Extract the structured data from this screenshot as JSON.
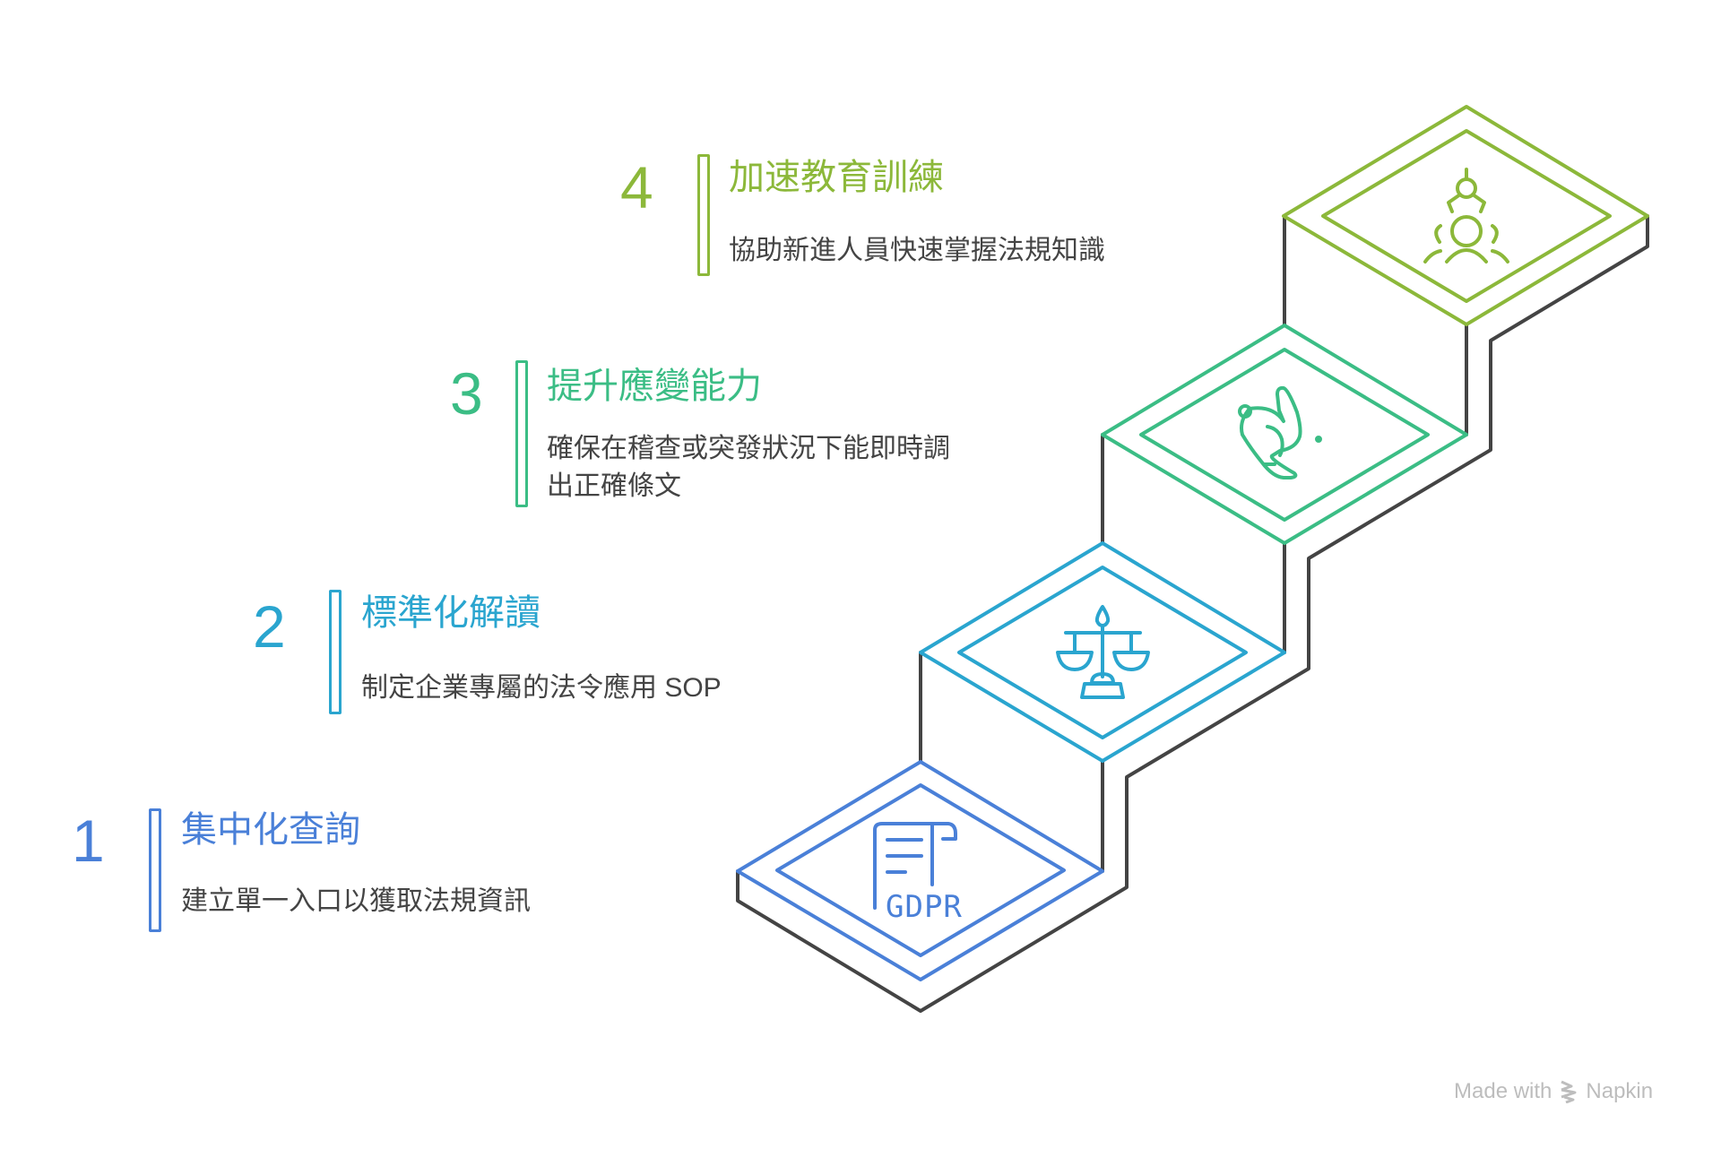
{
  "steps": [
    {
      "number": "1",
      "title": "集中化查詢",
      "description": "建立單一入口以獲取法規資訊",
      "icon": "gdpr-document-icon",
      "icon_text": "GDPR",
      "color": "#4a80d8"
    },
    {
      "number": "2",
      "title": "標準化解讀",
      "description": "制定企業專屬的法令應用 SOP",
      "icon": "scales-of-justice-icon",
      "color": "#2aa5cf"
    },
    {
      "number": "3",
      "title": "提升應變能力",
      "description": "確保在稽查或突發狀況下能即時調出正確條文",
      "icon": "rabbit-icon",
      "color": "#3bbd85"
    },
    {
      "number": "4",
      "title": "加速教育訓練",
      "description": "協助新進人員快速掌握法規知識",
      "icon": "robot-arm-person-icon",
      "color": "#8cb83a"
    }
  ],
  "footer": {
    "made_with": "Made with",
    "brand": "Napkin"
  },
  "colors": {
    "outline": "#444444",
    "description_text": "#444444",
    "footer_text": "#bdbdbd"
  }
}
